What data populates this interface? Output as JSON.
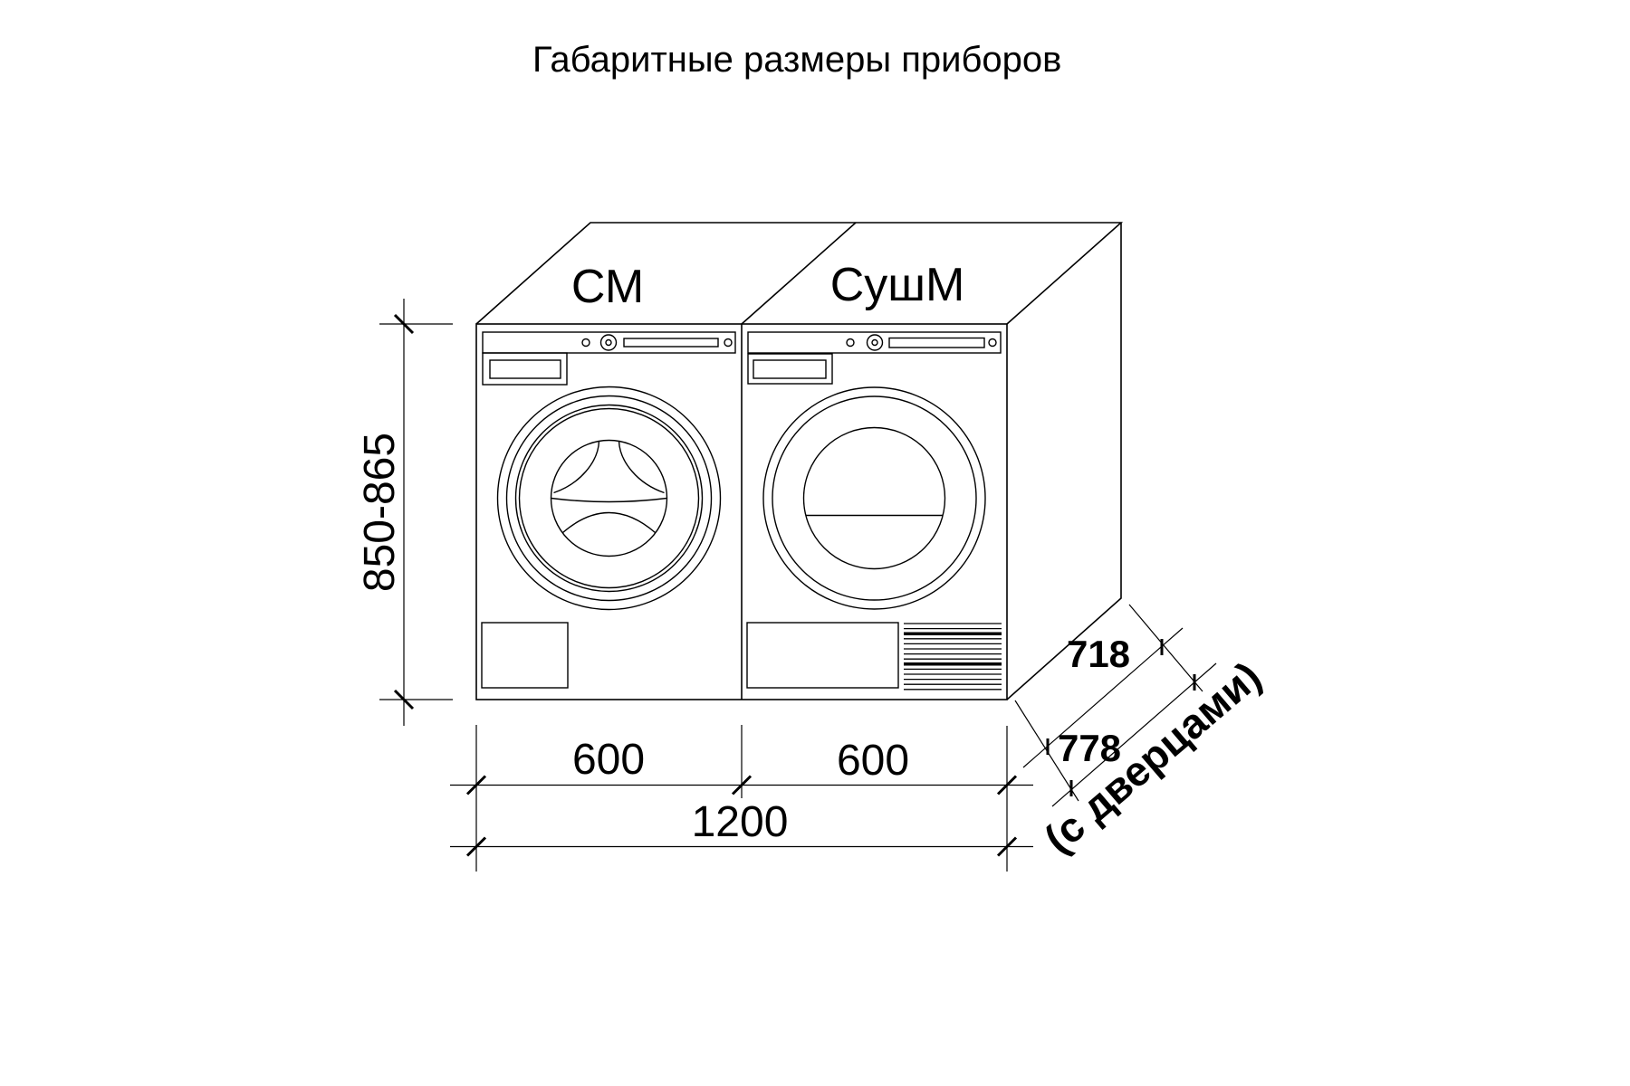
{
  "title": "Габаритные размеры приборов",
  "appliances": {
    "washer": {
      "label": "СМ"
    },
    "dryer": {
      "label": "СушМ"
    }
  },
  "dimensions": {
    "height": "850-865",
    "washer_width": "600",
    "dryer_width": "600",
    "total_width": "1200",
    "depth": "718",
    "depth_with_doors": "778",
    "doors_note": "(с дверцами)"
  }
}
